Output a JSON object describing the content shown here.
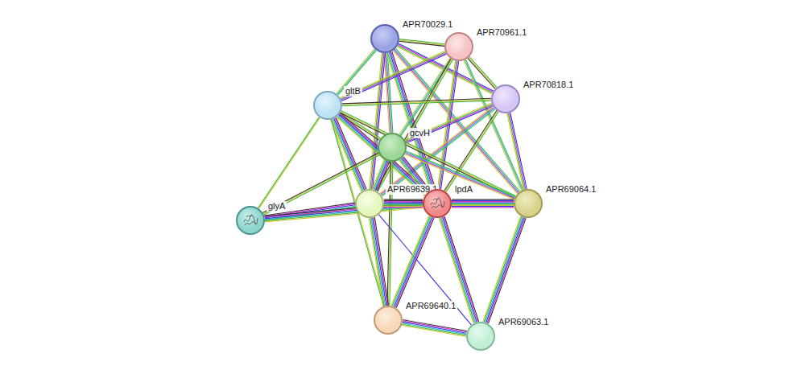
{
  "diagram": {
    "nodes": [
      {
        "text": [
          "APR70029.1"
        ]
      },
      {
        "text": [
          "APR70961.1"
        ]
      },
      {
        "text": [
          "APR70818.1"
        ]
      },
      {
        "text": [
          "gltB"
        ]
      },
      {
        "text": [
          "gcvH"
        ]
      },
      {
        "text": [
          "glyA"
        ]
      },
      {
        "text": [
          "APR69639.1"
        ]
      },
      {
        "text": [
          "lpdA"
        ]
      },
      {
        "text": [
          "APR69064.1"
        ]
      },
      {
        "text": [
          "APR69640.1"
        ]
      },
      {
        "text": [
          "APR69063.1"
        ]
      }
    ],
    "edges": [
      {
        "from": 0,
        "to": 1,
        "arrow": "none"
      },
      {
        "from": 0,
        "to": 2,
        "arrow": "none"
      },
      {
        "from": 0,
        "to": 3,
        "arrow": "none"
      },
      {
        "from": 0,
        "to": 4,
        "arrow": "none"
      },
      {
        "from": 0,
        "to": 6,
        "arrow": "none"
      },
      {
        "from": 0,
        "to": 7,
        "arrow": "none"
      },
      {
        "from": 0,
        "to": 8,
        "arrow": "none"
      },
      {
        "from": 1,
        "to": 2,
        "arrow": "none"
      },
      {
        "from": 1,
        "to": 3,
        "arrow": "none"
      },
      {
        "from": 1,
        "to": 4,
        "arrow": "none"
      },
      {
        "from": 1,
        "to": 6,
        "arrow": "none"
      },
      {
        "from": 1,
        "to": 7,
        "arrow": "none"
      },
      {
        "from": 1,
        "to": 8,
        "arrow": "none"
      },
      {
        "from": 2,
        "to": 3,
        "arrow": "none"
      },
      {
        "from": 2,
        "to": 4,
        "arrow": "none"
      },
      {
        "from": 2,
        "to": 6,
        "arrow": "none"
      },
      {
        "from": 2,
        "to": 7,
        "arrow": "none"
      },
      {
        "from": 2,
        "to": 8,
        "arrow": "none"
      },
      {
        "from": 3,
        "to": 4,
        "arrow": "none"
      },
      {
        "from": 3,
        "to": 5,
        "arrow": "none"
      },
      {
        "from": 3,
        "to": 6,
        "arrow": "none"
      },
      {
        "from": 3,
        "to": 7,
        "arrow": "none"
      },
      {
        "from": 3,
        "to": 8,
        "arrow": "none"
      },
      {
        "from": 3,
        "to": 9,
        "arrow": "none"
      },
      {
        "from": 4,
        "to": 5,
        "arrow": "none"
      },
      {
        "from": 4,
        "to": 6,
        "arrow": "none"
      },
      {
        "from": 4,
        "to": 7,
        "arrow": "none"
      },
      {
        "from": 4,
        "to": 8,
        "arrow": "none"
      },
      {
        "from": 4,
        "to": 9,
        "arrow": "none"
      },
      {
        "from": 5,
        "to": 6,
        "arrow": "none"
      },
      {
        "from": 5,
        "to": 7,
        "arrow": "none"
      },
      {
        "from": 6,
        "to": 7,
        "arrow": "none"
      },
      {
        "from": 6,
        "to": 8,
        "arrow": "none"
      },
      {
        "from": 6,
        "to": 9,
        "arrow": "none"
      },
      {
        "from": 6,
        "to": 10,
        "arrow": "none"
      },
      {
        "from": 7,
        "to": 8,
        "arrow": "none"
      },
      {
        "from": 7,
        "to": 9,
        "arrow": "none"
      },
      {
        "from": 7,
        "to": 10,
        "arrow": "none"
      },
      {
        "from": 8,
        "to": 10,
        "arrow": "none"
      },
      {
        "from": 9,
        "to": 10,
        "arrow": "none"
      }
    ]
  }
}
